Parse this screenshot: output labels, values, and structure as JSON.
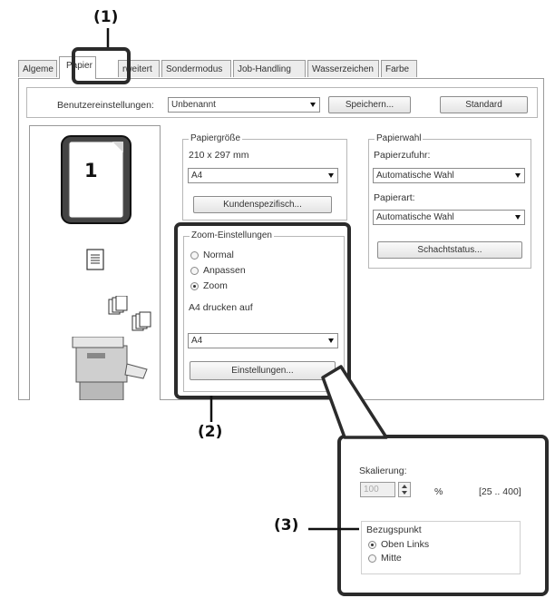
{
  "callouts": {
    "c1": "(1)",
    "c2": "(2)",
    "c3": "(3)"
  },
  "tabs": [
    {
      "label": "Algeme"
    },
    {
      "label": "Papier"
    },
    {
      "label": "rweitert"
    },
    {
      "label": "Sondermodus"
    },
    {
      "label": "Job-Handling"
    },
    {
      "label": "Wasserzeichen"
    },
    {
      "label": "Farbe"
    }
  ],
  "user_settings": {
    "label": "Benutzereinstellungen:",
    "value": "Unbenannt",
    "save_label": "Speichern...",
    "standard_label": "Standard"
  },
  "preview": {
    "page_number": "1"
  },
  "paper_size": {
    "title": "Papiergröße",
    "dimensions": "210 x 297 mm",
    "value": "A4",
    "custom_button": "Kundenspezifisch..."
  },
  "paper_selection": {
    "title": "Papierwahl",
    "feed_label": "Papierzufuhr:",
    "feed_value": "Automatische Wahl",
    "type_label": "Papierart:",
    "type_value": "Automatische Wahl",
    "tray_button": "Schachtstatus..."
  },
  "zoom": {
    "title": "Zoom-Einstellungen",
    "options": [
      {
        "label": "Normal",
        "selected": false
      },
      {
        "label": "Anpassen",
        "selected": false
      },
      {
        "label": "Zoom",
        "selected": true
      }
    ],
    "print_on_label": "A4 drucken auf",
    "print_on_value": "A4",
    "settings_button": "Einstellungen..."
  },
  "scaling": {
    "label": "Skalierung:",
    "value": "100",
    "unit": "%",
    "range": "[25 .. 400]",
    "reference_title": "Bezugspunkt",
    "options": [
      {
        "label": "Oben Links",
        "selected": true
      },
      {
        "label": "Mitte",
        "selected": false
      }
    ]
  },
  "colors": {
    "highlight": "#2b2b2b",
    "border": "#9a9a9a"
  }
}
